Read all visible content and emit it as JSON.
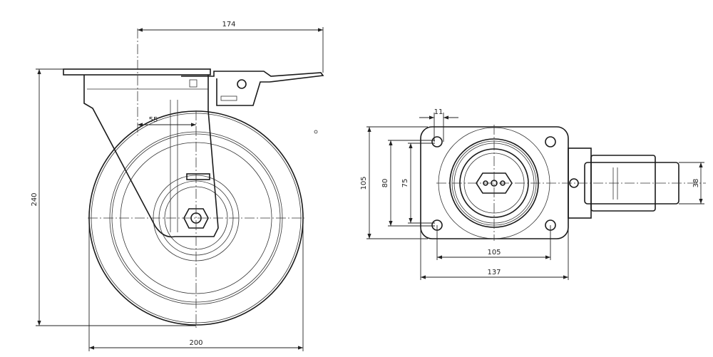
{
  "side_view": {
    "dimensions": {
      "brake_reach": "174",
      "offset": "55",
      "overall_height": "240",
      "wheel_diameter": "200"
    }
  },
  "top_view": {
    "dimensions": {
      "hole_diameter": "11",
      "plate_length": "105",
      "hole_spacing_a": "80",
      "hole_spacing_b": "75",
      "hole_spacing_c": "105",
      "plate_width": "137",
      "wheel_width": "38"
    }
  }
}
